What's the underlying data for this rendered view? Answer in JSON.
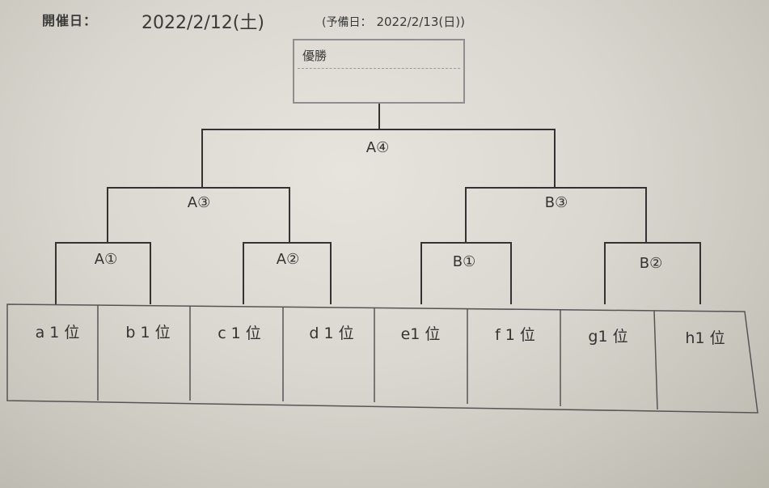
{
  "header": {
    "event_label": "開催日：",
    "event_date": "2022/2/12(土)",
    "reserve_label": "(予備日：",
    "reserve_date": "2022/2/13(日))"
  },
  "winner": {
    "label": "優勝"
  },
  "matches": {
    "a1": "A①",
    "a2": "A②",
    "b1": "B①",
    "b2": "B②",
    "a3": "A③",
    "b3": "B③",
    "a4": "A④"
  },
  "teams": [
    "a 1 位",
    "b 1 位",
    "c 1 位",
    "d 1 位",
    "e1 位",
    "f 1 位",
    "g1 位",
    "h1 位"
  ]
}
